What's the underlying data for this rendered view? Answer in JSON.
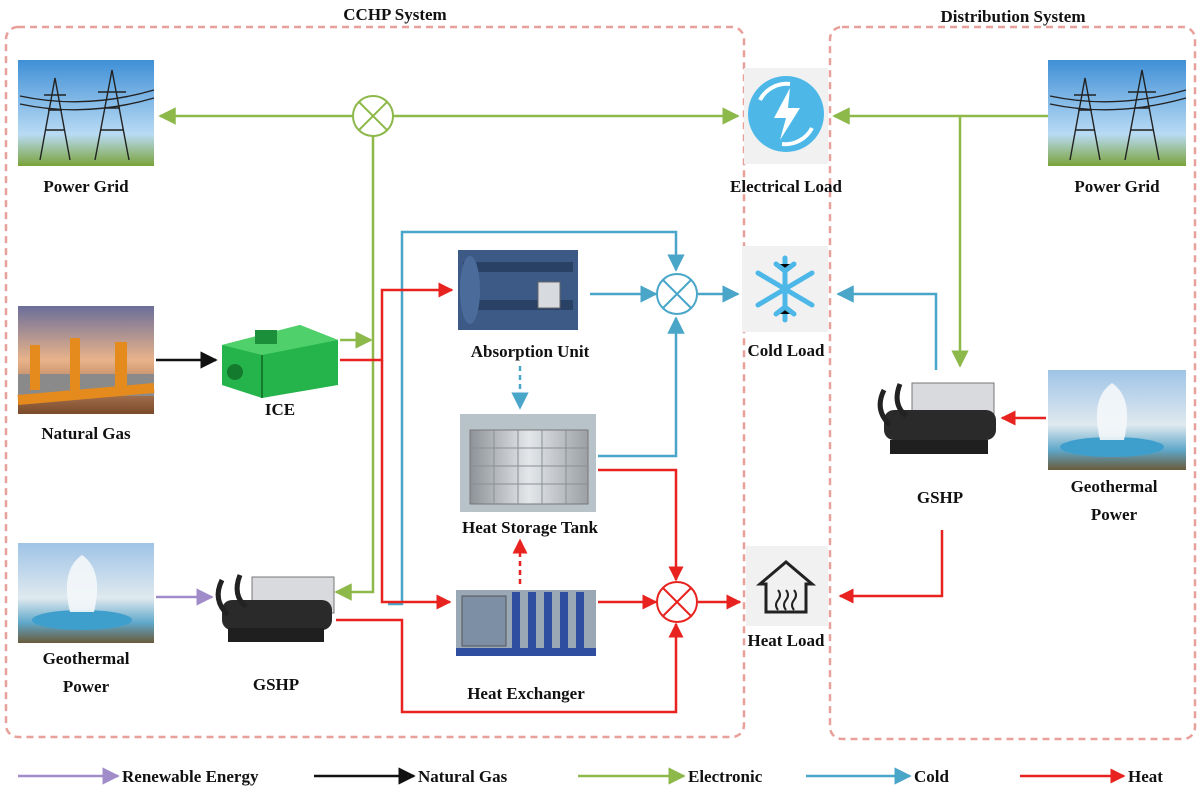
{
  "titles": {
    "cchp": "CCHP System",
    "distribution": "Distribution System"
  },
  "nodes": {
    "power_grid_left": "Power Grid",
    "natural_gas": "Natural Gas",
    "ice": "ICE",
    "geothermal_left_1": "Geothermal",
    "geothermal_left_2": "Power",
    "gshp_left": "GSHP",
    "absorption_unit": "Absorption Unit",
    "heat_storage_tank": "Heat Storage Tank",
    "heat_exchanger": "Heat Exchanger",
    "electrical_load": "Electrical Load",
    "cold_load": "Cold Load",
    "heat_load": "Heat Load",
    "power_grid_right": "Power Grid",
    "gshp_right": "GSHP",
    "geothermal_right_1": "Geothermal",
    "geothermal_right_2": "Power"
  },
  "legend": {
    "renewable": "Renewable Energy",
    "natural_gas": "Natural Gas",
    "electronic": "Electronic",
    "cold": "Cold",
    "heat": "Heat"
  },
  "colors": {
    "renewable": "#a08cc8",
    "natural_gas": "#111111",
    "electronic": "#8db84a",
    "cold": "#4aa6c8",
    "heat": "#e8231f",
    "frame": "#e8a09a",
    "load_icon": "#4db8e8"
  }
}
